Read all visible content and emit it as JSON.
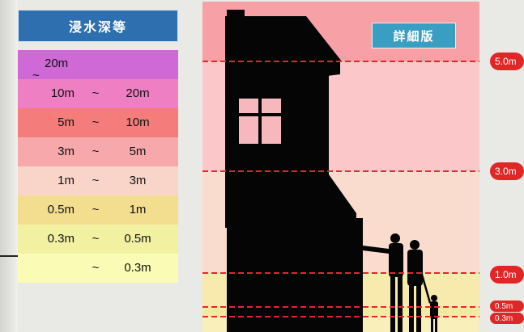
{
  "legend": {
    "header": "浸水深等",
    "rows": [
      {
        "single": "20m",
        "color": "#cf69d5"
      },
      {
        "from": "10m",
        "tilde": "~",
        "to": "20m",
        "mini": "~",
        "color": "#ee7fc2"
      },
      {
        "from": "5m",
        "tilde": "~",
        "to": "10m",
        "color": "#f47d7b"
      },
      {
        "from": "3m",
        "tilde": "~",
        "to": "5m",
        "color": "#f6a8ab"
      },
      {
        "from": "1m",
        "tilde": "~",
        "to": "3m",
        "color": "#f8d5c8"
      },
      {
        "from": "0.5m",
        "tilde": "~",
        "to": "1m",
        "color": "#f3de8f"
      },
      {
        "from": "0.3m",
        "tilde": "~",
        "to": "0.5m",
        "color": "#f2f1a2"
      },
      {
        "from": "",
        "tilde": "~",
        "to": "0.3m",
        "color": "#fafbb4"
      }
    ]
  },
  "diagram": {
    "badge": "詳細版",
    "levels": [
      "5.0m",
      "3.0m",
      "1.0m",
      "0.5m",
      "0.3m"
    ],
    "colors": {
      "band_top": "#f7a0a6",
      "band_mid": "#fbc7c9",
      "band_low": "#f9dccd",
      "band_bottom": "#f8e9ad",
      "dash": "#e3262c",
      "silhouette": "#050505"
    }
  }
}
